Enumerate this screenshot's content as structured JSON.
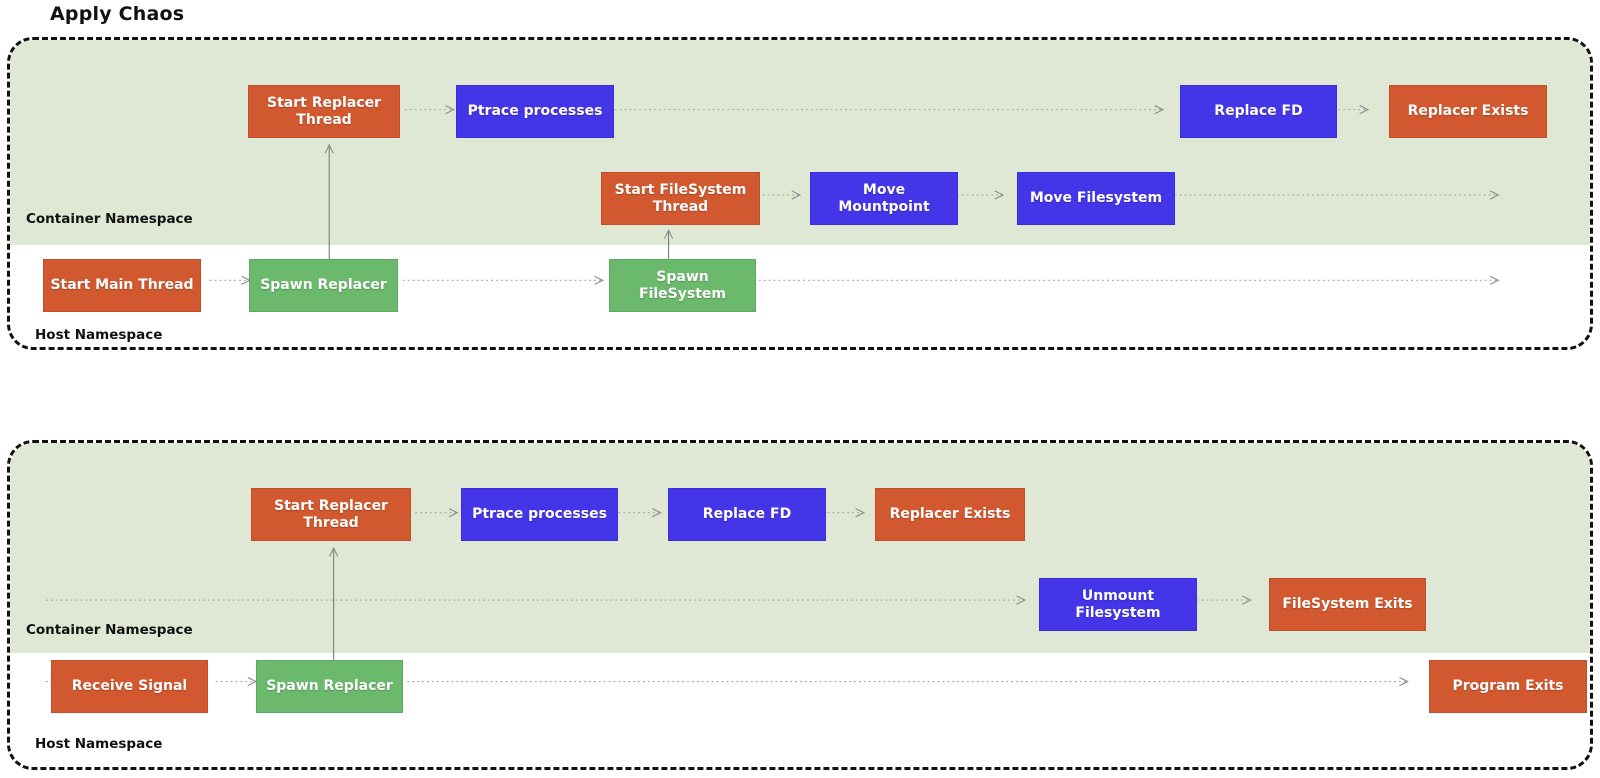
{
  "title": "Apply Chaos",
  "theme": {
    "orange": "#d2582f",
    "blue": "#4436e8",
    "green": "#6bb96d",
    "container_band": "#dfe8d5",
    "frame_border": "#111111",
    "edge": "#9a9a9a",
    "page_background": "#ffffff"
  },
  "diagrams": [
    {
      "id": "apply-chaos",
      "labels": {
        "container_namespace": "Container Namespace",
        "host_namespace": "Host Namespace"
      },
      "nodes": [
        {
          "id": "start-replacer-thread-1",
          "label": "Start Replacer Thread",
          "color": "orange",
          "lane": "container"
        },
        {
          "id": "ptrace-processes-1",
          "label": "Ptrace processes",
          "color": "blue",
          "lane": "container"
        },
        {
          "id": "replace-fd-1",
          "label": "Replace FD",
          "color": "blue",
          "lane": "container"
        },
        {
          "id": "replacer-exists-1",
          "label": "Replacer Exists",
          "color": "orange",
          "lane": "container"
        },
        {
          "id": "start-filesystem-thread-1",
          "label": "Start FileSystem Thread",
          "color": "orange",
          "lane": "container"
        },
        {
          "id": "move-mountpoint-1",
          "label": "Move Mountpoint",
          "color": "blue",
          "lane": "container"
        },
        {
          "id": "move-filesystem-1",
          "label": "Move Filesystem",
          "color": "blue",
          "lane": "container"
        },
        {
          "id": "start-main-thread-1",
          "label": "Start Main Thread",
          "color": "orange",
          "lane": "host"
        },
        {
          "id": "spawn-replacer-1",
          "label": "Spawn Replacer",
          "color": "green",
          "lane": "host"
        },
        {
          "id": "spawn-filesystem-1",
          "label": "Spawn FileSystem",
          "color": "green",
          "lane": "host"
        }
      ]
    },
    {
      "id": "recover-chaos",
      "labels": {
        "container_namespace": "Container Namespace",
        "host_namespace": "Host Namespace"
      },
      "nodes": [
        {
          "id": "start-replacer-thread-2",
          "label": "Start Replacer Thread",
          "color": "orange",
          "lane": "container"
        },
        {
          "id": "ptrace-processes-2",
          "label": "Ptrace processes",
          "color": "blue",
          "lane": "container"
        },
        {
          "id": "replace-fd-2",
          "label": "Replace FD",
          "color": "blue",
          "lane": "container"
        },
        {
          "id": "replacer-exists-2",
          "label": "Replacer Exists",
          "color": "orange",
          "lane": "container"
        },
        {
          "id": "unmount-filesystem-2",
          "label": "Unmount Filesystem",
          "color": "blue",
          "lane": "container"
        },
        {
          "id": "filesystem-exits-2",
          "label": "FileSystem Exits",
          "color": "orange",
          "lane": "container"
        },
        {
          "id": "receive-signal-2",
          "label": "Receive Signal",
          "color": "orange",
          "lane": "host"
        },
        {
          "id": "spawn-replacer-2",
          "label": "Spawn Replacer",
          "color": "green",
          "lane": "host"
        },
        {
          "id": "program-exits-2",
          "label": "Program Exits",
          "color": "orange",
          "lane": "host"
        }
      ]
    }
  ]
}
